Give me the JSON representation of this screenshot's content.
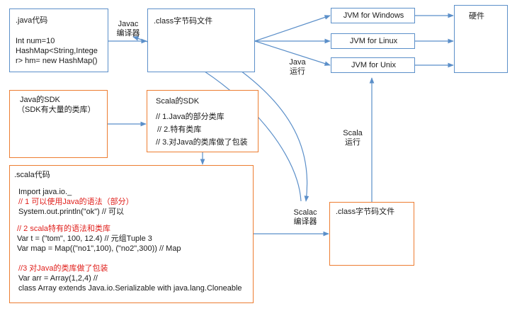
{
  "java_box": {
    "title": ".java代码",
    "line1": "Int num=10",
    "line2": "HashMap<String,Intege",
    "line3": "r> hm= new HashMap()"
  },
  "javac_label": {
    "line1": "Javac",
    "line2": "编译器"
  },
  "class_file_top": ".class字节码文件",
  "jvms": [
    "JVM for Windows",
    "JVM for Linux",
    "JVM for Unix"
  ],
  "hardware": "硬件",
  "java_run": {
    "line1": "Java",
    "line2": "运行"
  },
  "java_sdk": {
    "line1": "Java的SDK",
    "line2": "（SDK有大量的类库）"
  },
  "scala_sdk": {
    "title": "Scala的SDK",
    "line1": "// 1.Java的部分类库",
    "line2": "// 2.特有类库",
    "line3": "// 3.对Java的类库做了包装"
  },
  "scala_run": {
    "line1": "Scala",
    "line2": "运行"
  },
  "scala_box": {
    "title": ".scala代码",
    "import": "Import java.io._",
    "comment1": "// 1 可以使用Java的语法（部分）",
    "println": "System.out.println(\"ok\")  // 可以",
    "comment2": "// 2 scala特有的语法和类库",
    "tuple": "Var t = (\"tom\", 100, 12.4) // 元组Tuple 3",
    "map": "Var map = Map((\"no1\",100), (\"no2\",300))  // Map",
    "comment3": "//3 对Java的类库做了包装",
    "array": "Var arr = Array(1,2,4) //",
    "class_def": "class Array extends Java.io.Serializable with java.lang.Cloneable"
  },
  "scalac_label": {
    "line1": "Scalac",
    "line2": "编译器"
  },
  "class_file_bottom": ".class字节码文件",
  "colors": {
    "blue_border": "#5b8fc9",
    "orange_border": "#ed7d31",
    "red_text": "#e0201c",
    "arrow": "#5b8fc9"
  }
}
